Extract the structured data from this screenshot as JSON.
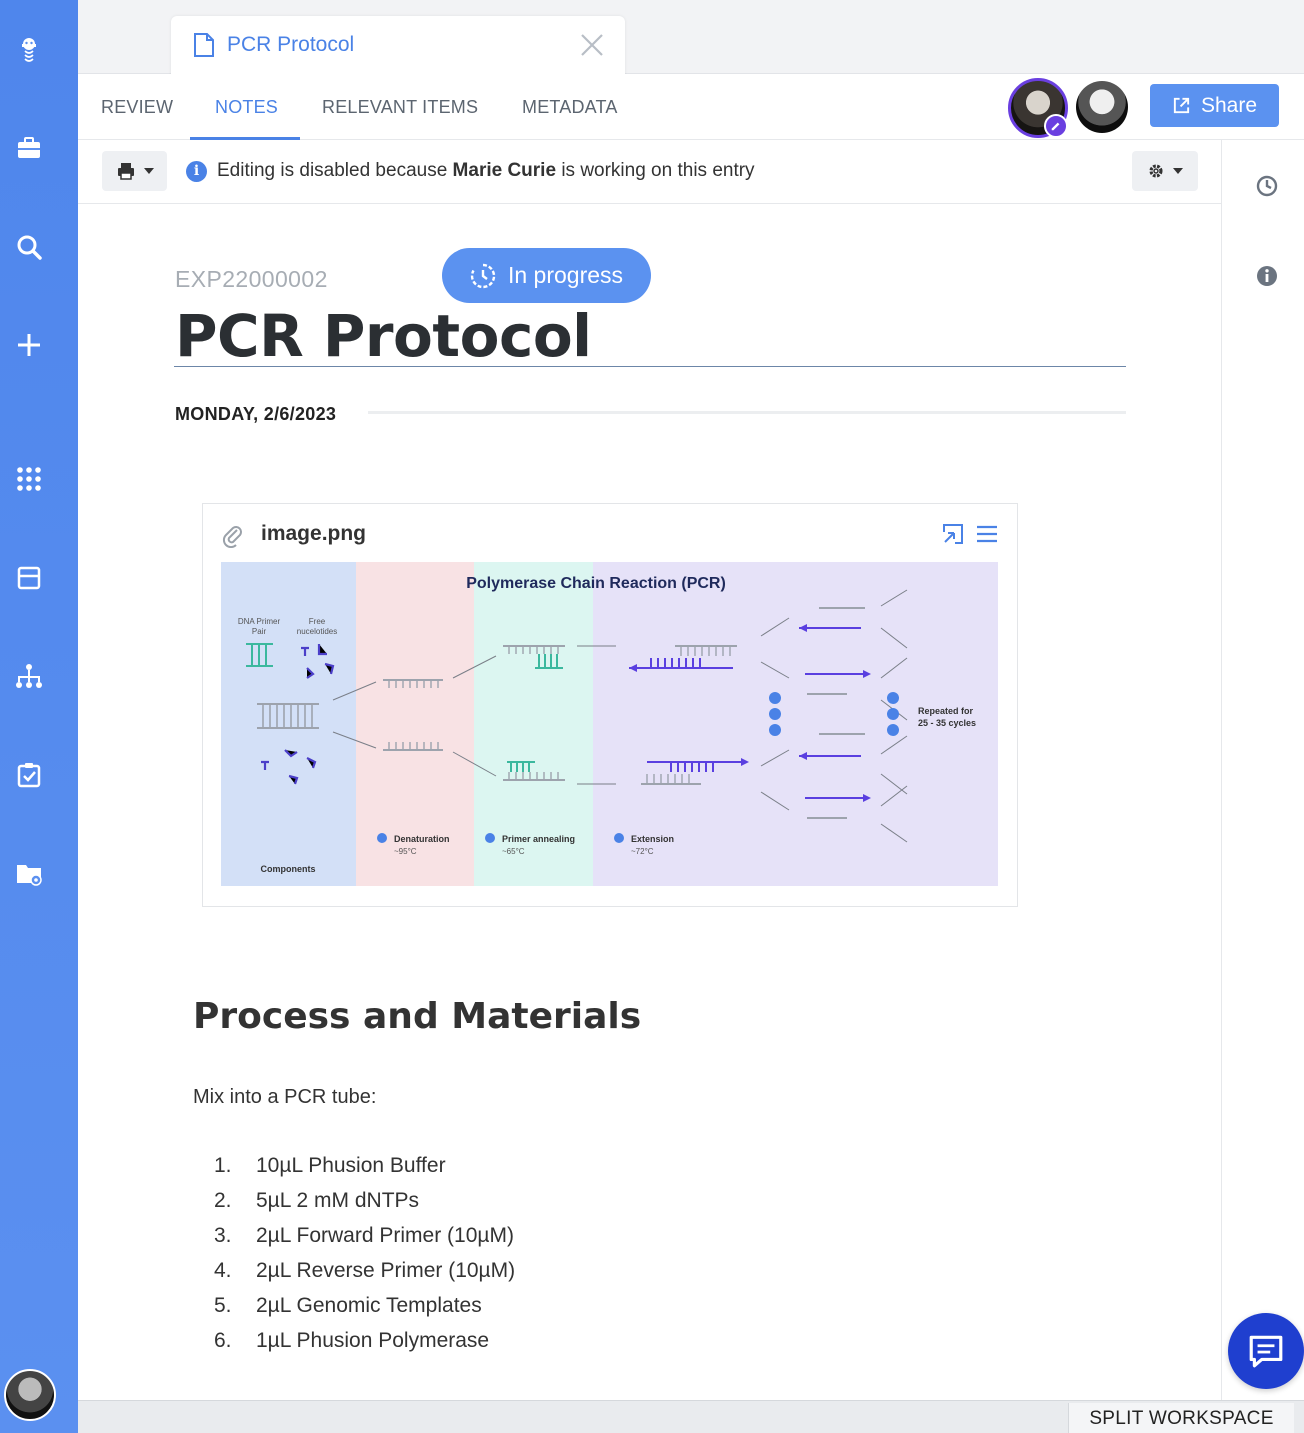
{
  "tab": {
    "title": "PCR Protocol"
  },
  "subnav": {
    "tabs": [
      {
        "label": "REVIEW"
      },
      {
        "label": "NOTES"
      },
      {
        "label": "RELEVANT ITEMS"
      },
      {
        "label": "METADATA"
      }
    ],
    "active_tab": "NOTES",
    "share_label": "Share"
  },
  "toolbar": {
    "info_prefix": "Editing is disabled because",
    "info_user": "Marie Curie",
    "info_suffix": "is working on this entry"
  },
  "entry": {
    "id": "EXP22000002",
    "status": "In progress",
    "title": "PCR Protocol",
    "date": "MONDAY, 2/6/2023"
  },
  "attachment": {
    "filename": "image.png",
    "image": {
      "title": "Polymerase Chain Reaction (PCR)",
      "label_primer": "DNA Primer",
      "label_primer2": "Pair",
      "label_nucleotides": "Free",
      "label_nucleotides2": "nucelotides",
      "label_components": "Components",
      "step1": "Denaturation",
      "step1_temp": "~95°C",
      "step2": "Primer annealing",
      "step2_temp": "~65°C",
      "step3": "Extension",
      "step3_temp": "~72°C",
      "repeat1": "Repeated for",
      "repeat2": "25 - 35 cycles"
    }
  },
  "content": {
    "heading": "Process and Materials",
    "intro": "Mix into a PCR tube:",
    "items": [
      {
        "num": "1.",
        "text": "10µL Phusion Buffer"
      },
      {
        "num": "2.",
        "text": "5µL 2 mM dNTPs"
      },
      {
        "num": "3.",
        "text": "2µL Forward Primer (10µM)"
      },
      {
        "num": "4.",
        "text": "2µL Reverse Primer (10µM)"
      },
      {
        "num": "5.",
        "text": "2µL Genomic Templates"
      },
      {
        "num": "6.",
        "text": "1µL Phusion Polymerase"
      }
    ]
  },
  "footer": {
    "split_label": "SPLIT WORKSPACE"
  },
  "colors": {
    "accent": "#4a82e6",
    "sidebar": "#5b90f0",
    "status": "#5b92f0",
    "editor_ring": "#6a3fe0",
    "chat": "#1f3fcf"
  },
  "icons": {
    "sidebar": [
      "logo-icon",
      "briefcase-icon",
      "search-icon",
      "plus-icon",
      "apps-grid-icon",
      "layout-icon",
      "hierarchy-icon",
      "checklist-icon",
      "folder-settings-icon"
    ],
    "rail": [
      "history-icon",
      "info-icon"
    ]
  }
}
